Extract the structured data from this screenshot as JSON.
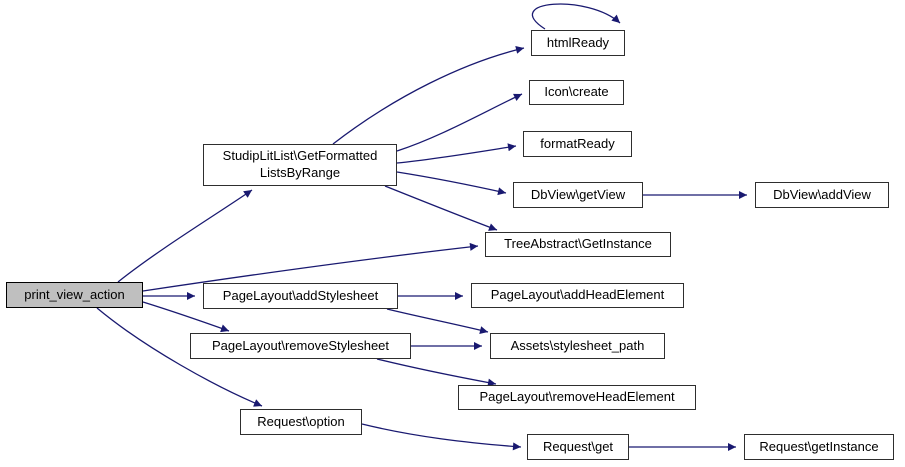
{
  "diagram": {
    "type": "call-graph",
    "background_color": "#ffffff",
    "edge_color": "#191970",
    "node_fill_color": "#ffffff",
    "node_border_color": "#2e2e2e",
    "highlighted_node_fill_color": "#bfbfbf",
    "text_color": "#000000",
    "nodes": [
      {
        "id": "print_view_action",
        "lines": [
          "print_view_action"
        ],
        "highlighted": true
      },
      {
        "id": "get_formatted",
        "lines": [
          "StudipLitList\\GetFormatted",
          "ListsByRange"
        ],
        "highlighted": false
      },
      {
        "id": "html_ready",
        "lines": [
          "htmlReady"
        ],
        "highlighted": false
      },
      {
        "id": "icon_create",
        "lines": [
          "Icon\\create"
        ],
        "highlighted": false
      },
      {
        "id": "format_ready",
        "lines": [
          "formatReady"
        ],
        "highlighted": false
      },
      {
        "id": "dbview_getview",
        "lines": [
          "DbView\\getView"
        ],
        "highlighted": false
      },
      {
        "id": "dbview_addview",
        "lines": [
          "DbView\\addView"
        ],
        "highlighted": false
      },
      {
        "id": "tree_getinstance",
        "lines": [
          "TreeAbstract\\GetInstance"
        ],
        "highlighted": false
      },
      {
        "id": "addstylesheet",
        "lines": [
          "PageLayout\\addStylesheet"
        ],
        "highlighted": false
      },
      {
        "id": "addheadelement",
        "lines": [
          "PageLayout\\addHeadElement"
        ],
        "highlighted": false
      },
      {
        "id": "removestylesheet",
        "lines": [
          "PageLayout\\removeStylesheet"
        ],
        "highlighted": false
      },
      {
        "id": "stylesheet_path",
        "lines": [
          "Assets\\stylesheet_path"
        ],
        "highlighted": false
      },
      {
        "id": "removeheadelement",
        "lines": [
          "PageLayout\\removeHeadElement"
        ],
        "highlighted": false
      },
      {
        "id": "request_option",
        "lines": [
          "Request\\option"
        ],
        "highlighted": false
      },
      {
        "id": "request_get",
        "lines": [
          "Request\\get"
        ],
        "highlighted": false
      },
      {
        "id": "request_getinstance",
        "lines": [
          "Request\\getInstance"
        ],
        "highlighted": false
      }
    ],
    "edges": [
      {
        "from": "print_view_action",
        "to": "get_formatted"
      },
      {
        "from": "print_view_action",
        "to": "tree_getinstance"
      },
      {
        "from": "print_view_action",
        "to": "addstylesheet"
      },
      {
        "from": "print_view_action",
        "to": "removestylesheet"
      },
      {
        "from": "print_view_action",
        "to": "request_option"
      },
      {
        "from": "get_formatted",
        "to": "html_ready"
      },
      {
        "from": "get_formatted",
        "to": "icon_create"
      },
      {
        "from": "get_formatted",
        "to": "format_ready"
      },
      {
        "from": "get_formatted",
        "to": "dbview_getview"
      },
      {
        "from": "get_formatted",
        "to": "tree_getinstance"
      },
      {
        "from": "html_ready",
        "to": "html_ready"
      },
      {
        "from": "dbview_getview",
        "to": "dbview_addview"
      },
      {
        "from": "addstylesheet",
        "to": "addheadelement"
      },
      {
        "from": "addstylesheet",
        "to": "stylesheet_path"
      },
      {
        "from": "removestylesheet",
        "to": "stylesheet_path"
      },
      {
        "from": "removestylesheet",
        "to": "removeheadelement"
      },
      {
        "from": "request_option",
        "to": "request_get"
      },
      {
        "from": "request_get",
        "to": "request_getinstance"
      }
    ]
  }
}
